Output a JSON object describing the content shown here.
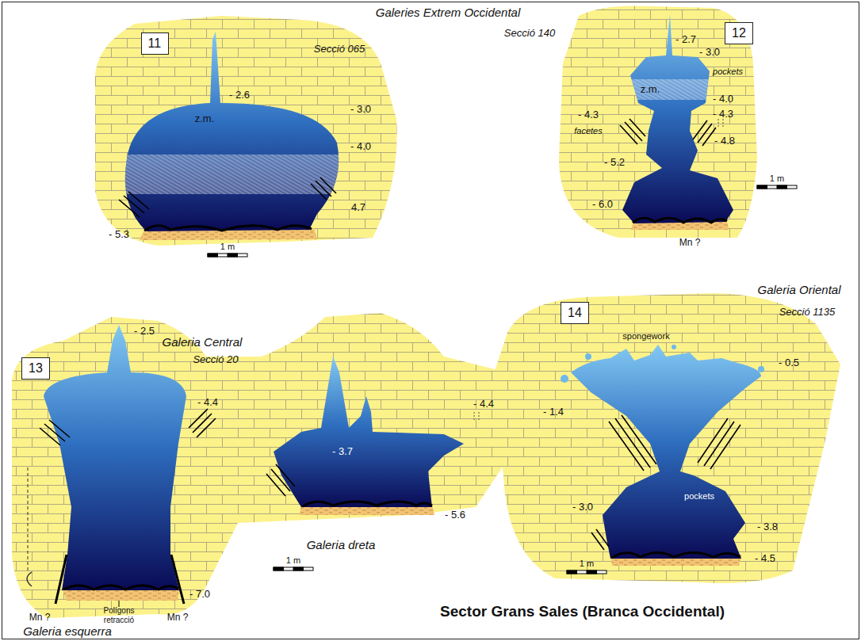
{
  "diagram": {
    "title": "Sector Grans Sales (Branca Occidental)",
    "nodes": [
      {
        "text": [
          "11"
        ]
      },
      {
        "text": [
          "12"
        ]
      },
      {
        "text": [
          "13"
        ]
      },
      {
        "text": [
          "14"
        ]
      }
    ],
    "labels": [
      "Galeries Extrem Occidental",
      "Secció 065",
      "- 2.6",
      "z.m.",
      "- 3.0",
      "- 4.0",
      "4.7",
      "- 5.3",
      "1 m",
      "Secció 140",
      "- 2.7",
      "- 3.0",
      "pockets",
      "z.m.",
      "- 4.0",
      "- 4.3",
      "- 4.3",
      "facetes",
      "- 4.8",
      "- 5.2",
      "- 6.0",
      "Mn ?",
      "1 m",
      "Galeria Central",
      "Secció 20",
      "- 2.5",
      "- 4.4",
      "- 3.7",
      "- 4.4",
      "- 5.6",
      "Polígons retracció",
      "Mn ?",
      "Mn ?",
      "- 7.0",
      "Galeria dreta",
      "Galeria esquerra",
      "1 m",
      "Galeria Oriental",
      "Secció 1135",
      "spongework",
      "- 0.5",
      "- 1.4",
      "- 3.0",
      "pockets",
      "- 3.8",
      "- 4.5",
      "1 m"
    ]
  }
}
